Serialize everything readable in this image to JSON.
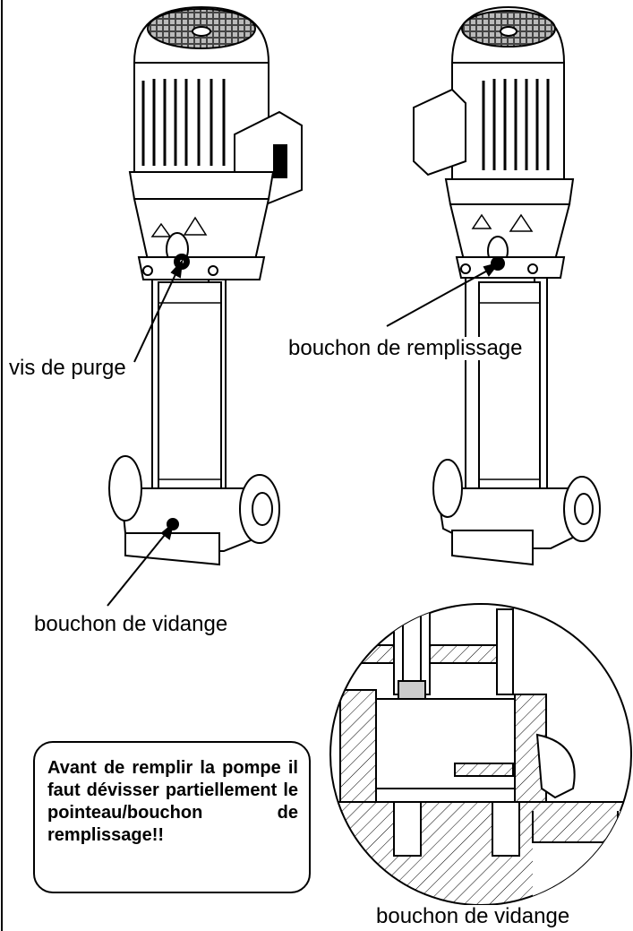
{
  "labels": {
    "purge_screw": "vis de purge",
    "fill_plug": "bouchon de remplissage",
    "drain_plug": "bouchon de vidange",
    "drain_plug_detail": "bouchon de vidange"
  },
  "notice": {
    "text": "Avant de remplir la pompe il faut dévisser partiellement le pointeau/bouchon de remplissage!!"
  },
  "icons": [
    "warning-triangle-icon"
  ]
}
